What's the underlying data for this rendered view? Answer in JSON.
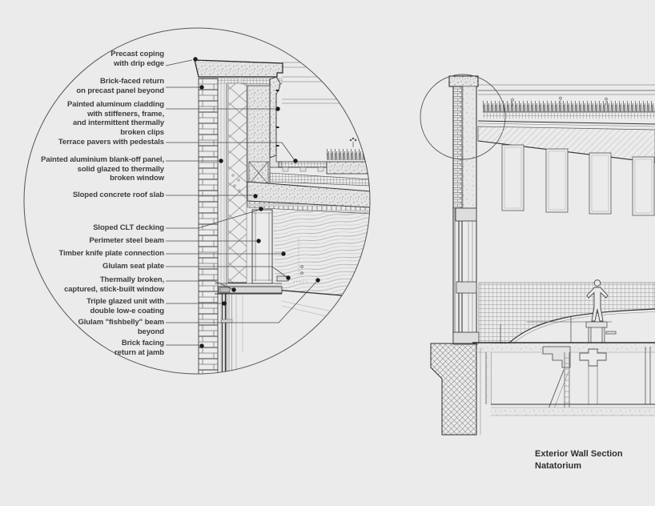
{
  "page": {
    "background_color": "#ebebeb",
    "ink_color": "#2e2e2e",
    "label_text_color": "#3d3d3d"
  },
  "detail_view": {
    "description": "enlarged-wall-detail-circle",
    "labels": [
      "Precast coping\nwith drip edge",
      "Brick-faced return\non precast panel beyond",
      "Painted aluminum cladding\nwith stiffeners, frame,\nand intermittent thermally\nbroken clips",
      "Terrace pavers with pedestals",
      "Painted aluminium blank-off panel,\nsolid glazed to thermally\nbroken window",
      "Sloped concrete roof slab",
      "Sloped CLT decking",
      "Perimeter steel beam",
      "Timber knife plate connection",
      "Glulam seat plate",
      "Thermally broken,\ncaptured, stick-built window",
      "Triple glazed unit with\ndouble low-e coating",
      "Glulam \"fishbelly\" beam\nbeyond",
      "Brick facing\nreturn at jamb"
    ]
  },
  "section_view": {
    "caption": "Exterior Wall Section\nNatatorium"
  }
}
